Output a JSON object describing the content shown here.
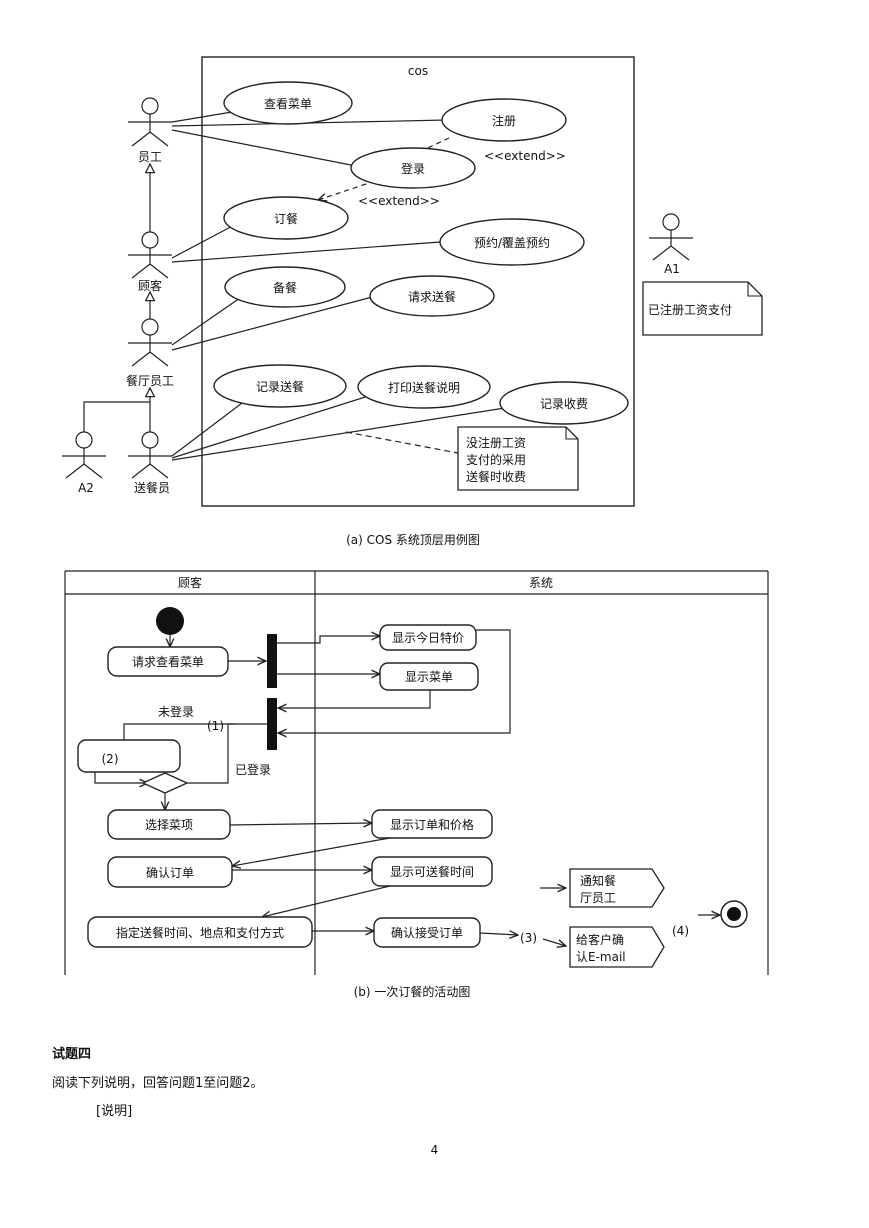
{
  "use_case_diagram": {
    "system_name": "cos",
    "caption": "(a) COS 系统顶层用例图",
    "actors": {
      "employee": "员工",
      "customer": "顾客",
      "restaurant_staff": "餐厅员工",
      "delivery_staff": "送餐员",
      "a1": "A1",
      "a2": "A2"
    },
    "use_cases": {
      "view_menu": "查看菜单",
      "register": "注册",
      "login": "登录",
      "order_meal": "订餐",
      "reserve": "预约/覆盖预约",
      "prepare_meal": "备餐",
      "request_delivery": "请求送餐",
      "record_delivery": "记录送餐",
      "print_delivery_note": "打印送餐说明",
      "record_payment": "记录收费"
    },
    "extend_label": "<<extend>>",
    "note_a1": "已注册工资支付",
    "note_unregistered": [
      "没注册工资",
      "支付的采用",
      "送餐时收费"
    ]
  },
  "activity_diagram": {
    "caption": "(b) 一次订餐的活动图",
    "lane_customer": "顾客",
    "lane_system": "系统",
    "request_menu": "请求查看菜单",
    "show_specials": "显示今日特价",
    "show_menu": "显示菜单",
    "not_logged_in": "未登录",
    "logged_in": "已登录",
    "blank_1": "(1)",
    "blank_2": "(2)",
    "blank_3": "(3)",
    "blank_4": "(4)",
    "select_items": "选择菜项",
    "show_order_price": "显示订单和价格",
    "confirm_order": "确认订单",
    "show_delivery_time": "显示可送餐时间",
    "specify_delivery": "指定送餐时间、地点和支付方式",
    "confirm_accept": "确认接受订单",
    "notify_staff": [
      "通知餐",
      "厅员工"
    ],
    "email_customer": [
      "给客户确",
      "认E-mail"
    ]
  },
  "document": {
    "question_title": "试题四",
    "instruction": "阅读下列说明，回答问题1至问题2。",
    "note_heading": "[说明]",
    "page_number": "4"
  }
}
